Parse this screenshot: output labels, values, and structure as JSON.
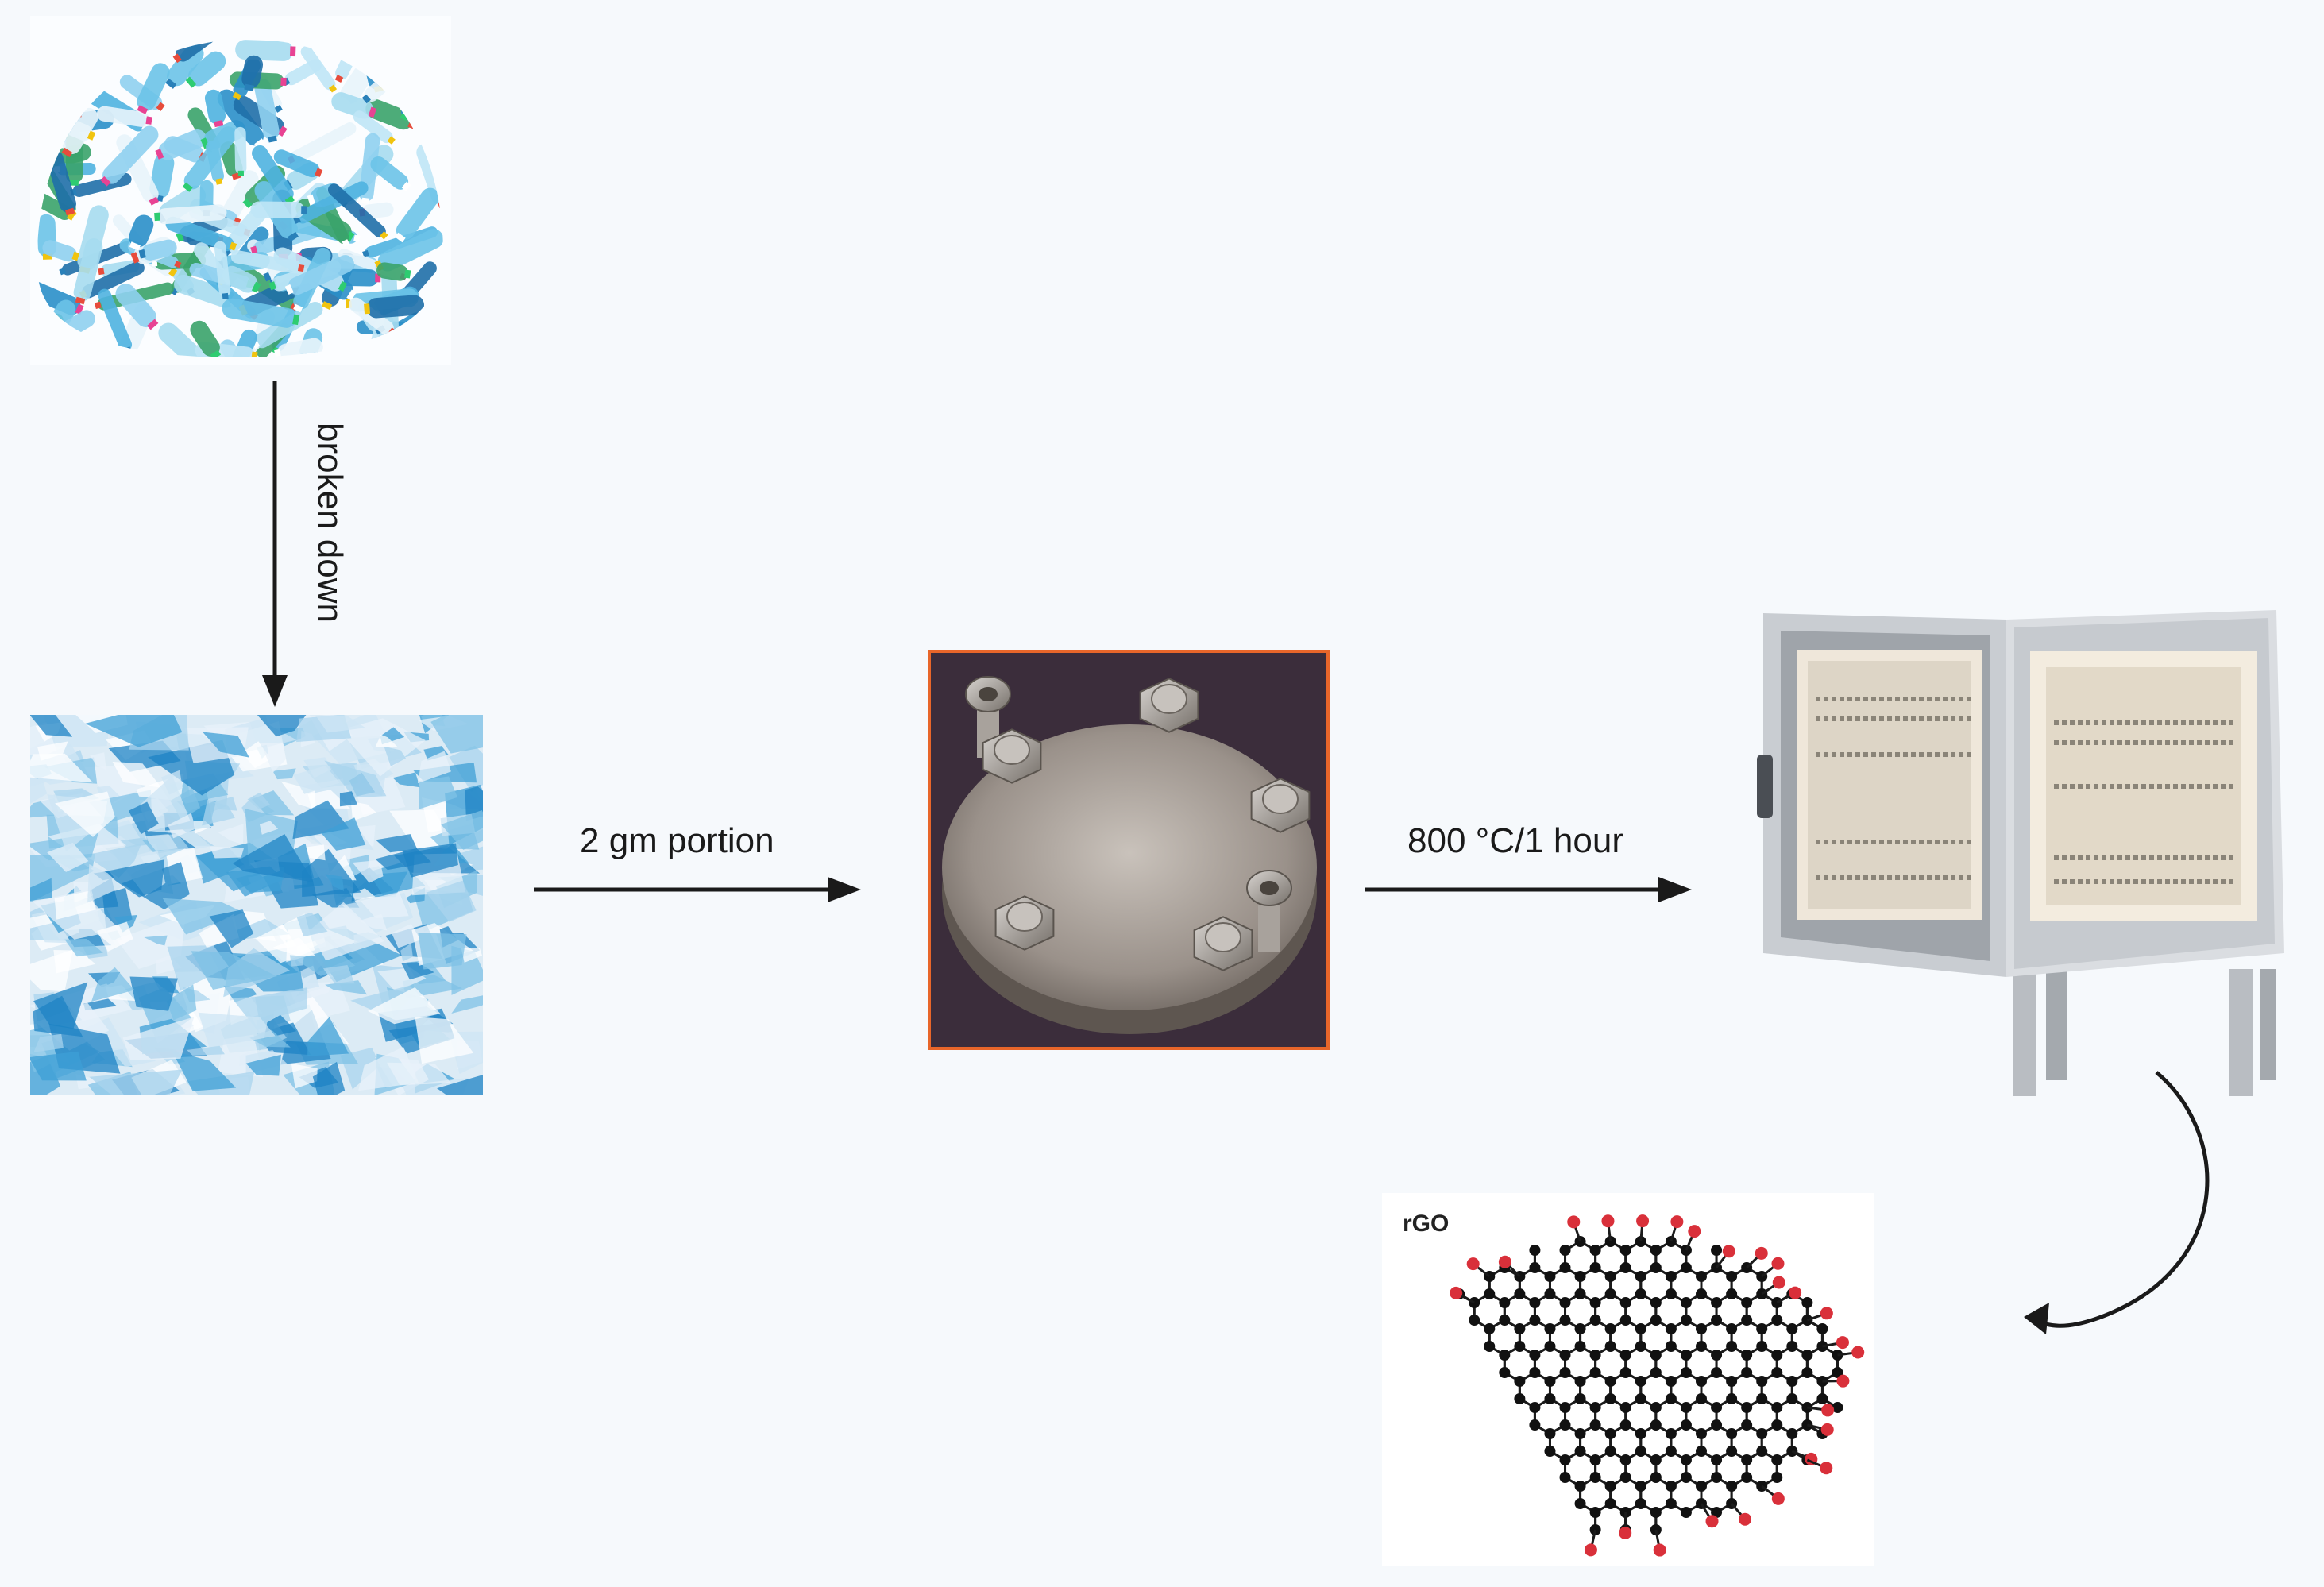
{
  "steps": {
    "broken_down_label": "broken down",
    "portion_label": "2 gm portion",
    "heating_label": "800 °C/1 hour"
  },
  "product": {
    "label": "rGO"
  },
  "colors": {
    "background": "#f6f9fc",
    "arrow": "#1a1a1a",
    "plastic_blue": "#3aa3d8",
    "reactor_border": "#e8662a",
    "oxygen_atom": "#d9303a",
    "carbon_atom": "#111111"
  },
  "icons": [
    "plastic-bottles-image",
    "plastic-flakes-image",
    "steel-reactor-image",
    "muffle-furnace-image",
    "rgo-structure-image"
  ]
}
